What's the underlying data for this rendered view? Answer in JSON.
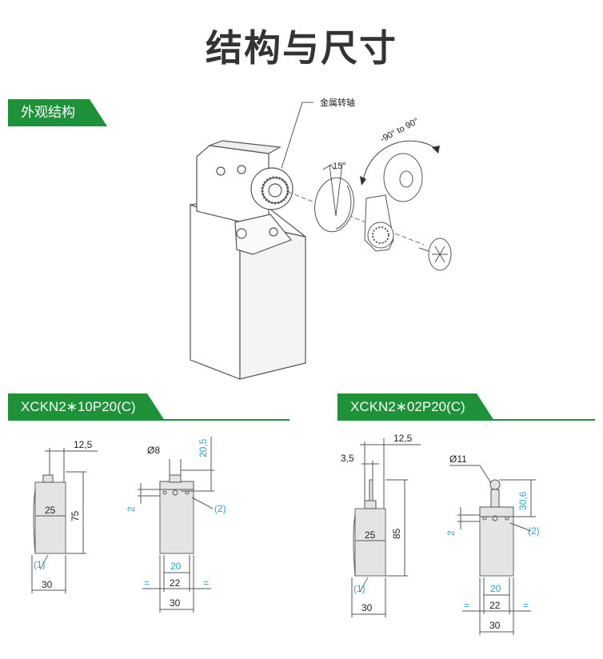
{
  "title": "结构与尺寸",
  "appearance_section": {
    "label": "外观结构",
    "callout_metal_shaft": "金属转轴",
    "angle_15": "15°",
    "angle_range": "-90° to 90°"
  },
  "model_a": {
    "label": "XCKN2∗10P20(C)",
    "dims": {
      "d12_5": "12,5",
      "d25": "25",
      "d75": "75",
      "d30": "30",
      "d8": "Ø8",
      "d20_5": "20,5",
      "d2": "2",
      "d20": "20",
      "d22": "22",
      "d30b": "30",
      "eq": "="
    },
    "callouts": {
      "c1": "(1)",
      "c2": "(2)"
    }
  },
  "model_b": {
    "label": "XCKN2∗02P20(C)",
    "dims": {
      "d12_5": "12,5",
      "d3_5": "3,5",
      "d25": "25",
      "d85": "85",
      "d30": "30",
      "d11": "Ø11",
      "d30_6": "30,6",
      "d2": "2",
      "d20": "20",
      "d22": "22",
      "d30b": "30",
      "eq": "="
    },
    "callouts": {
      "c1": "(1)",
      "c2": "(2)"
    }
  },
  "colors": {
    "accent_green": "#1e9238",
    "dim_cyan": "#1aa9d6"
  }
}
